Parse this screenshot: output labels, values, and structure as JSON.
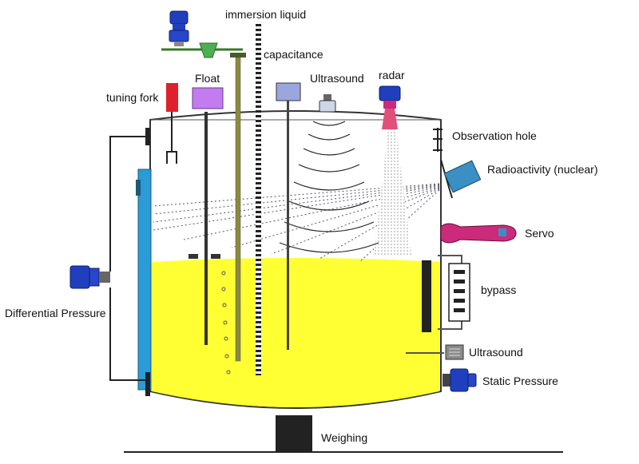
{
  "labels": {
    "immersion_liquid": "immersion liquid",
    "capacitance": "capacitance",
    "tuning_fork": "tuning fork",
    "float": "Float",
    "ultrasound_top": "Ultrasound",
    "radar": "radar",
    "observation_hole": "Observation hole",
    "radioactivity": "Radioactivity (nuclear)",
    "servo": "Servo",
    "bypass": "bypass",
    "differential_pressure": "Differential Pressure",
    "ultrasound_side": "Ultrasound",
    "static_pressure": "Static Pressure",
    "weighing": "Weighing"
  },
  "colors": {
    "liquid": "#ffff33",
    "transmitter": "#1f3fbf",
    "differential_column": "#2a9bd6",
    "tuning_fork_head": "#e0202a",
    "float_head": "#c27cf0",
    "servo": "#cc2a7a",
    "radioactivity": "#3a8fc4",
    "sensor_rod": "#333333",
    "weighing_block": "#222222"
  },
  "icons": {
    "differential_transmitter": "pressure-transmitter-icon",
    "static_transmitter": "pressure-transmitter-icon",
    "top_transmitter": "transmitter-icon",
    "radar_antenna": "radar-horn-icon",
    "nuclear_source": "nuclear-source-icon"
  }
}
